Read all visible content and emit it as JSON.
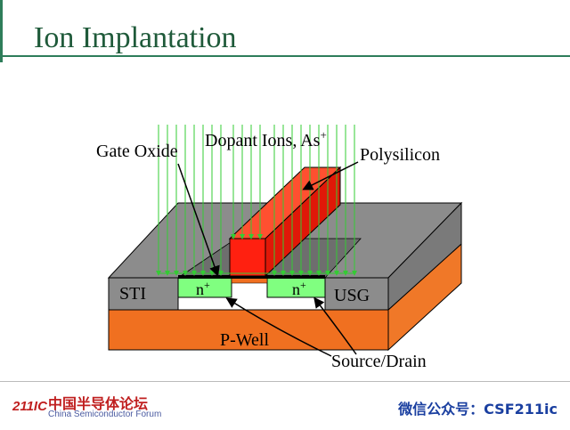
{
  "slide": {
    "title": "Ion Implantation"
  },
  "labels": {
    "gate_oxide": "Gate Oxide",
    "dopant_ions": "Dopant Ions, As",
    "dopant_sup": "+",
    "polysilicon": "Polysilicon",
    "sti": "STI",
    "n_left": "n",
    "n_left_sup": "+",
    "n_right": "n",
    "n_right_sup": "+",
    "usg": "USG",
    "p_well": "P-Well",
    "source_drain": "Source/Drain"
  },
  "footer": {
    "logo_mark": "211IC",
    "logo_cn": "中国半导体论坛",
    "logo_en": "China Semiconductor Forum",
    "watermark": "微信公众号：CSF211ic"
  },
  "colors": {
    "title": "#1f5a3a",
    "p_well": "#f07020",
    "oxide_gray": "#8c8c8c",
    "n_region": "#80ff80",
    "polysilicon": "#ff2010",
    "ion_lines": "#33cc33"
  }
}
